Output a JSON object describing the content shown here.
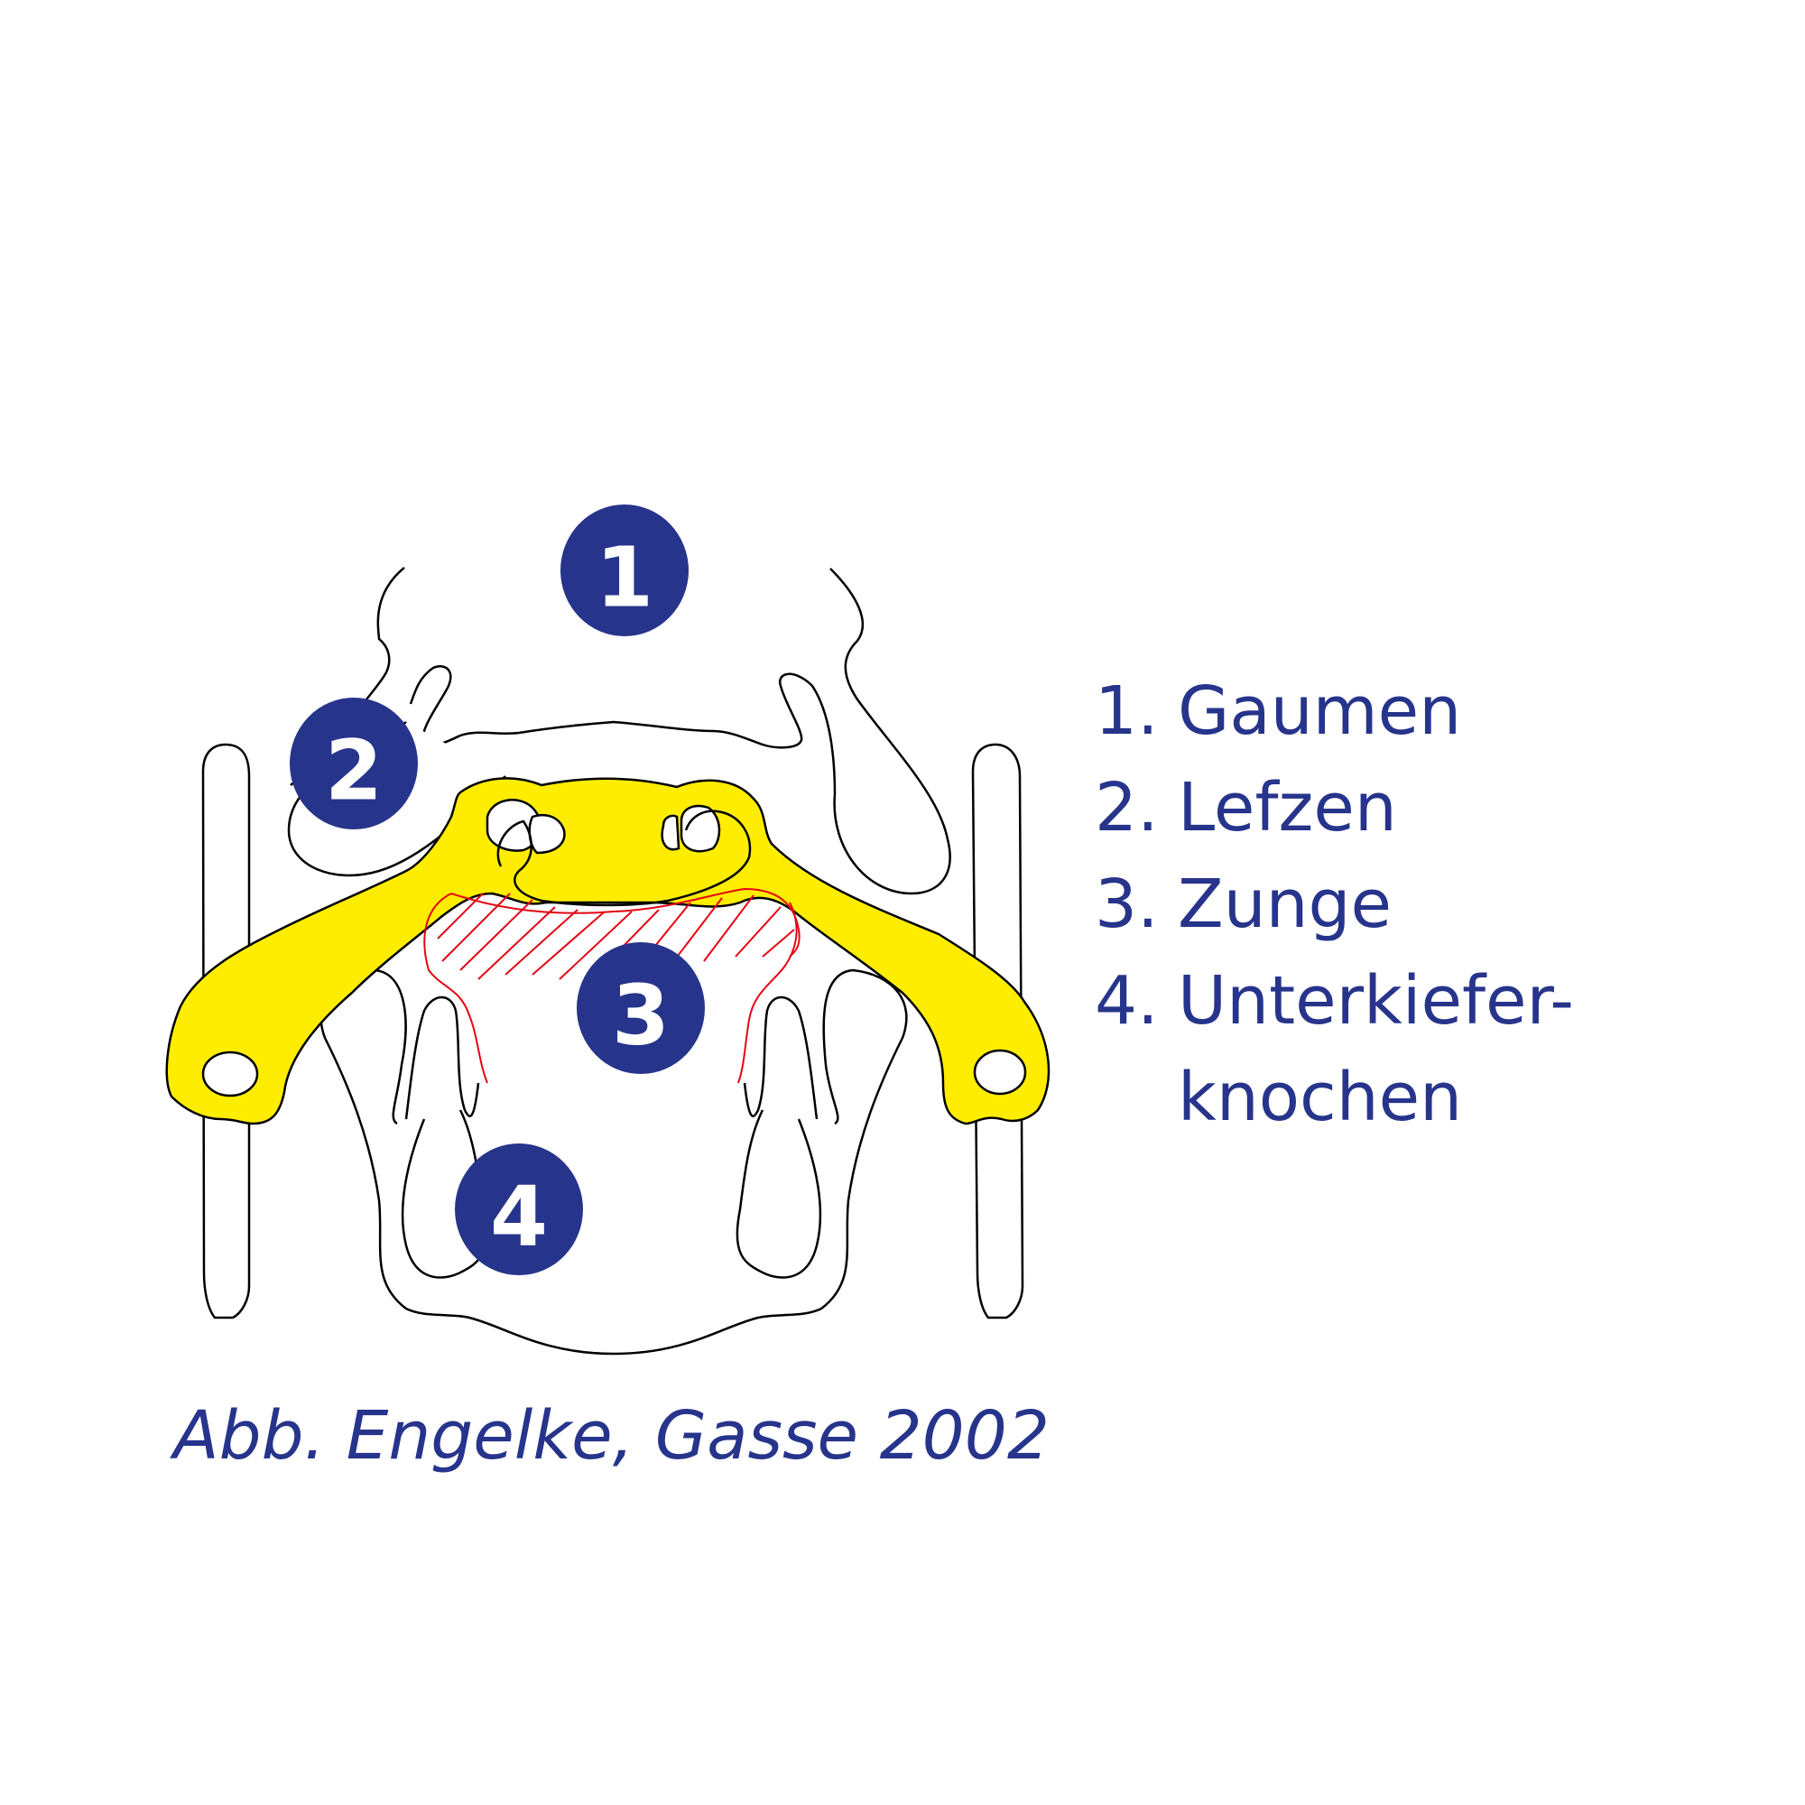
{
  "colors": {
    "badge": "#27348b",
    "bit": "#ffed00",
    "outline": "#000000",
    "hatch": "#e30613",
    "text": "#27348b",
    "background": "#ffffff"
  },
  "badges": [
    "1",
    "2",
    "3",
    "4"
  ],
  "legend": {
    "items": [
      {
        "num": "1.",
        "label": "Gaumen"
      },
      {
        "num": "2.",
        "label": "Lefzen"
      },
      {
        "num": "3.",
        "label": "Zunge"
      },
      {
        "num": "4.",
        "label": "Unterkiefer-\nknochen"
      }
    ]
  },
  "credit": "Abb. Engelke, Gasse 2002"
}
